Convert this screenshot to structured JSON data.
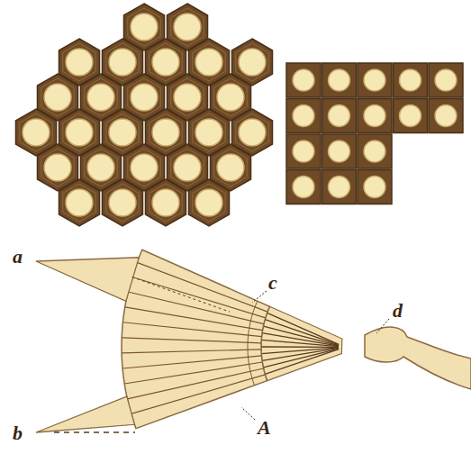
{
  "diagram": {
    "labels": [
      "a",
      "c",
      "d",
      "b",
      "A"
    ]
  }
}
